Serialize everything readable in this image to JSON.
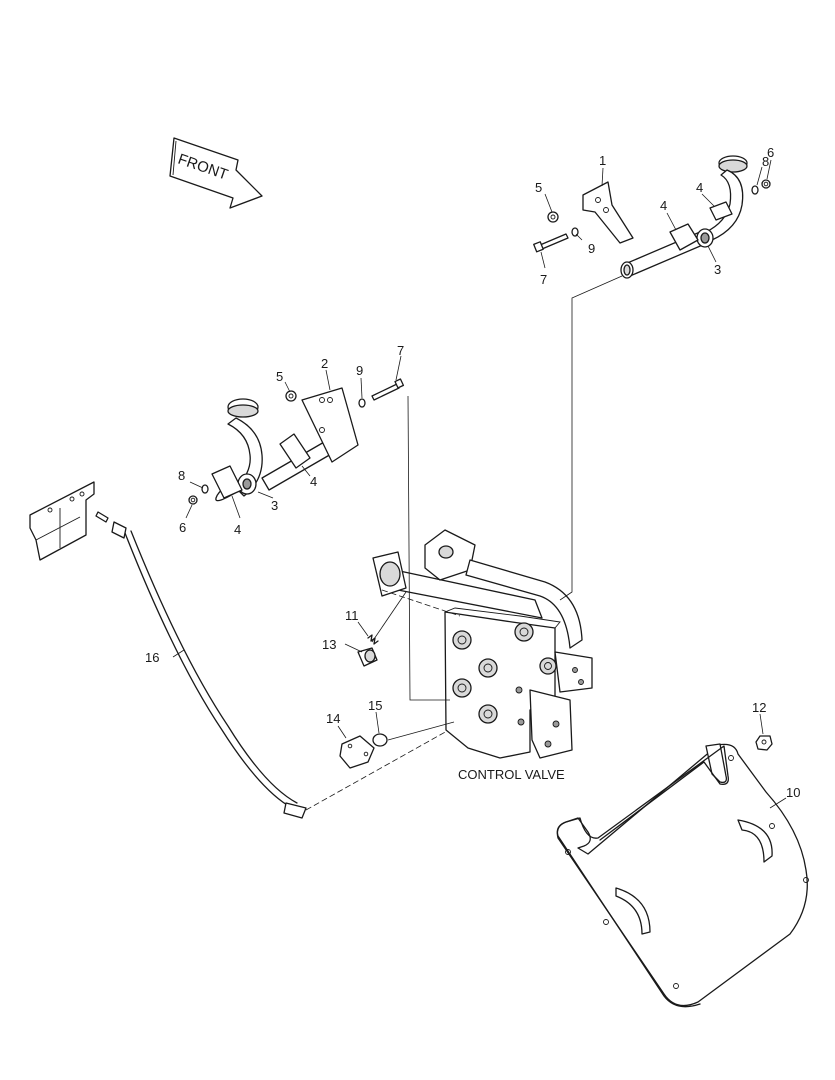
{
  "front_arrow": {
    "label": "FRONT"
  },
  "caption": {
    "control_valve": "CONTROL VALVE"
  },
  "callouts": {
    "c1": "1",
    "c2": "2",
    "c3a": "3",
    "c3b": "3",
    "c4a": "4",
    "c4b": "4",
    "c4c": "4",
    "c4d": "4",
    "c5a": "5",
    "c5b": "5",
    "c6a": "6",
    "c6b": "6",
    "c7a": "7",
    "c7b": "7",
    "c8a": "8",
    "c8b": "8",
    "c9a": "9",
    "c9b": "9",
    "c10": "10",
    "c11": "11",
    "c12": "12",
    "c13": "13",
    "c14": "14",
    "c15": "15",
    "c16": "16"
  }
}
